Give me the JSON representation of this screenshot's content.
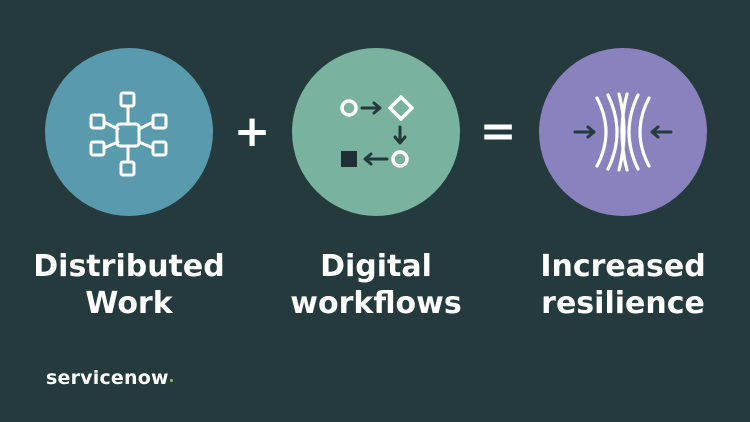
{
  "colors": {
    "background": "#243a3d",
    "circle_distributed": "#5a9aad",
    "circle_workflows": "#79b3a0",
    "circle_resilience": "#8a82bf",
    "icon_stroke": "#ffffff",
    "icon_dark": "#243a3d",
    "logo_dot": "#7fcf5a"
  },
  "equation": {
    "operator_plus": "+",
    "operator_equals": "="
  },
  "items": [
    {
      "icon": "network-nodes-icon",
      "label_line1": "Distributed",
      "label_line2": "Work"
    },
    {
      "icon": "workflow-diagram-icon",
      "label_line1": "Digital",
      "label_line2": "workflows"
    },
    {
      "icon": "compression-arcs-icon",
      "label_line1": "Increased",
      "label_line2": "resilience"
    }
  ],
  "brand": {
    "logo_text": "servicenow"
  }
}
